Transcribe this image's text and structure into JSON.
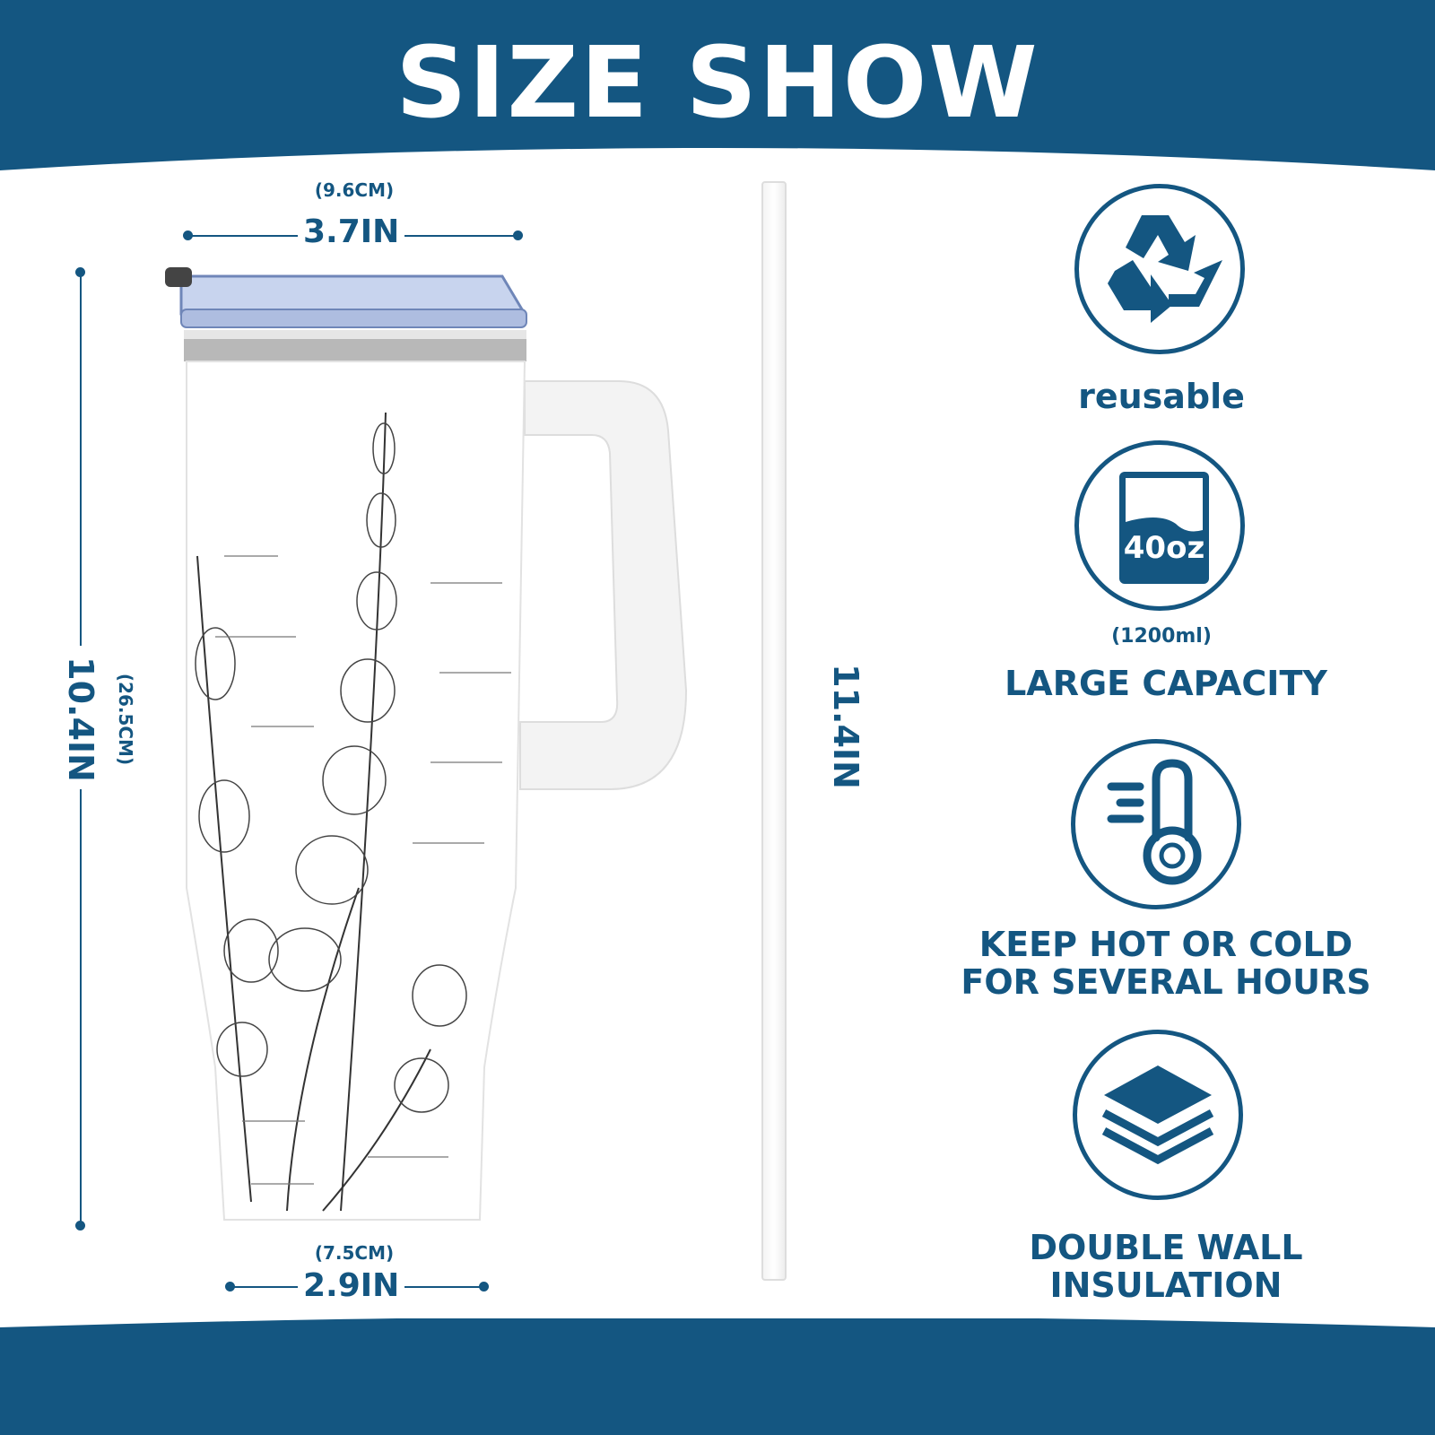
{
  "header": {
    "title": "SIZE SHOW"
  },
  "dimensions": {
    "top_width_cm": "(9.6CM)",
    "top_width_in": "3.7IN",
    "height_in": "10.4IN",
    "height_cm": "(26.5CM)",
    "bottom_width_cm": "(7.5CM)",
    "bottom_width_in": "2.9IN",
    "straw_length_in": "11.4IN"
  },
  "features": [
    {
      "icon": "recycle-icon",
      "label": "reusable"
    },
    {
      "icon": "cup-capacity-icon",
      "icon_text": "40oz",
      "sublabel": "(1200ml)",
      "label": "LARGE CAPACITY"
    },
    {
      "icon": "thermometer-icon",
      "label_line1": "KEEP HOT OR COLD",
      "label_line2": "FOR SEVERAL HOURS"
    },
    {
      "icon": "layers-icon",
      "label_line1": "DOUBLE WALL",
      "label_line2": "INSULATION"
    }
  ],
  "colors": {
    "brand": "#145681"
  }
}
